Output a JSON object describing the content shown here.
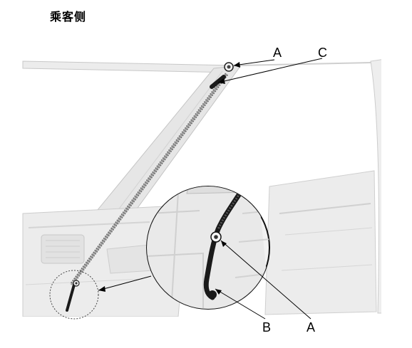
{
  "title": "乘客侧",
  "callouts": {
    "a_top": "A",
    "c_top": "C",
    "b_bottom": "B",
    "a_bottom": "A"
  },
  "colors": {
    "body_fill": "#ebebeb",
    "line": "#bdbdbd",
    "harness": "#1a1a1a",
    "leader": "#000000"
  }
}
